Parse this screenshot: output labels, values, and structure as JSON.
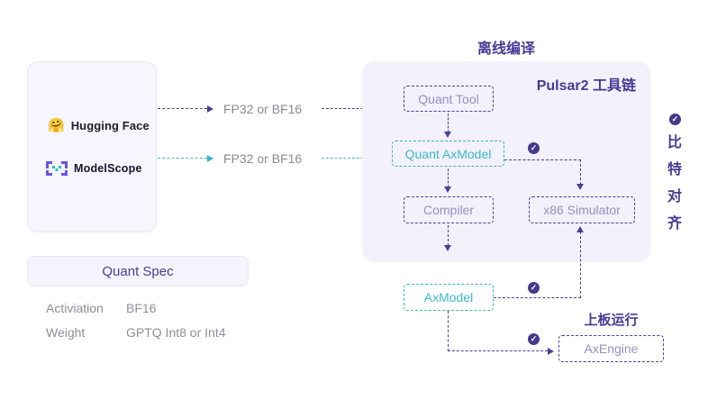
{
  "sources": {
    "huggingface": {
      "label": "Hugging Face",
      "icon_glyph": "🤗"
    },
    "modelscope": {
      "label": "ModelScope"
    }
  },
  "flows": {
    "top_label": "FP32 or BF16",
    "bottom_label": "FP32 or BF16"
  },
  "offline": {
    "title": "离线编译",
    "toolchain_title": "Pulsar2 工具链",
    "nodes": {
      "quant_tool": "Quant Tool",
      "quant_axmodel": "Quant AxModel",
      "compiler": "Compiler",
      "x86_simulator": "x86 Simulator"
    }
  },
  "axmodel_label": "AxModel",
  "board": {
    "title": "上板运行",
    "engine": "AxEngine"
  },
  "bit_align": {
    "text": "比特对齐",
    "chars": [
      "比",
      "特",
      "对",
      "齐"
    ]
  },
  "quant_spec": {
    "title": "Quant Spec",
    "rows": [
      {
        "label": "Activiation",
        "value": "BF16"
      },
      {
        "label": "Weight",
        "value": "GPTQ Int8 or Int4"
      }
    ]
  },
  "icons": {
    "check": "✓"
  },
  "colors": {
    "indigo": "#4b3e9e",
    "teal": "#35b6c9",
    "title_purple": "#483a94",
    "badge": "#443a8c",
    "gray_text": "#8a8a92",
    "node_text": "#968fc0",
    "panel_bg": "#f7f5fd",
    "toolchain_bg": "#f3f1fb"
  }
}
